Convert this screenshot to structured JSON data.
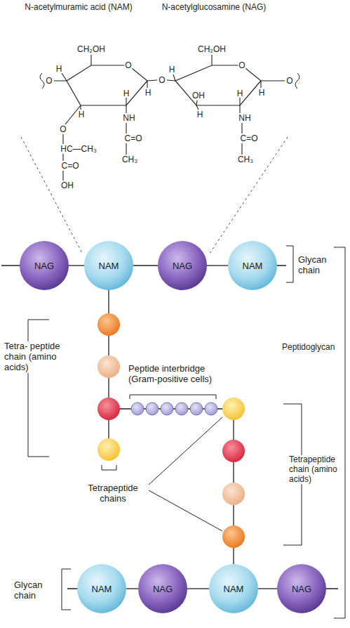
{
  "diagram": {
    "nodes": [
      {
        "text": [
          "NAG"
        ]
      },
      {
        "text": [
          "NAM"
        ]
      },
      {
        "text": [
          "NAG"
        ]
      },
      {
        "text": [
          "NAM"
        ]
      },
      {
        "text": [
          "NAM"
        ]
      },
      {
        "text": [
          "NAG"
        ]
      },
      {
        "text": [
          "NAM"
        ]
      },
      {
        "text": [
          "NAG"
        ]
      }
    ],
    "edges": [
      {
        "from": 0,
        "to": 1,
        "arrow": "none"
      },
      {
        "from": 1,
        "to": 2,
        "arrow": "none"
      },
      {
        "from": 2,
        "to": 3,
        "arrow": "none"
      },
      {
        "from": 4,
        "to": 5,
        "arrow": "none"
      },
      {
        "from": 5,
        "to": 6,
        "arrow": "none"
      },
      {
        "from": 6,
        "to": 7,
        "arrow": "none"
      }
    ],
    "labels": [
      "N-acetylmuramic acid (NAM)",
      "N-acetylglucosamine (NAG)",
      "CH₂OH",
      "CH₂OH",
      "O",
      "O",
      "H",
      "H",
      "O",
      "O",
      "O",
      "H",
      "H",
      "OH",
      "H",
      "H",
      "H",
      "H",
      "NH",
      "NH",
      "O",
      "C=O",
      "C=O",
      "HC—CH₃",
      "CH₃",
      "CH₃",
      "C=O",
      "OH",
      "Glycan chain",
      "Tetra- peptide chain (amino acids)",
      "Peptide interbridge (Gram-positive cells)",
      "Peptidoglycan",
      "Tetrapeptide chain (amino acids)",
      "Tetrapeptide chains",
      "Glycan chain"
    ]
  }
}
